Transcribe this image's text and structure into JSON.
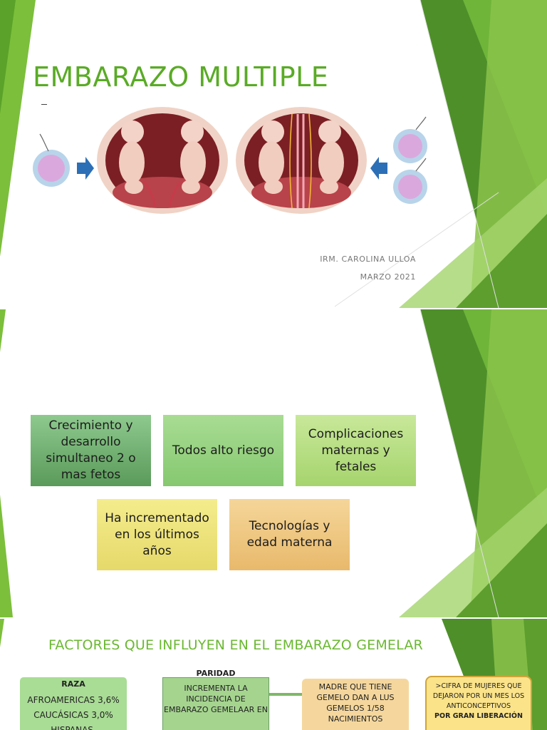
{
  "slide1": {
    "title": "EMBARAZO MULTIPLE",
    "author": "IRM. CAROLINA ULLOA",
    "date": "MARZO 2021",
    "image_icon": "twins-fetus-illustration"
  },
  "slide2": {
    "boxes": [
      "Crecimiento y desarrollo simultaneo 2 o mas fetos",
      "Todos alto riesgo",
      "Complicaciones maternas y fetales",
      "Ha incrementado en los últimos años",
      "Tecnologías y edad materna"
    ]
  },
  "slide3": {
    "title": "FACTORES QUE INFLUYEN EN EL EMBARAZO GEMELAR",
    "raza": {
      "heading": "RAZA",
      "lines": [
        "AFROAMERICAS 3,6%",
        "CAUCÁSICAS 3,0%",
        "HISPANAS,"
      ]
    },
    "paridad": {
      "heading": "PARIDAD",
      "text": "INCREMENTA LA INCIDENCIA DE EMBARAZO GEMELAAR EN"
    },
    "madre": {
      "text": "MADRE QUE TIENE GEMELO DAN A LUS GEMELOS 1/58 NACIMIENTOS"
    },
    "cifra": {
      "text": ">CIFRA DE MUJERES QUE DEJARON POR UN MES LOS ANTICONCEPTIVOS",
      "bold": "POR GRAN LIBERACIÓN"
    }
  }
}
